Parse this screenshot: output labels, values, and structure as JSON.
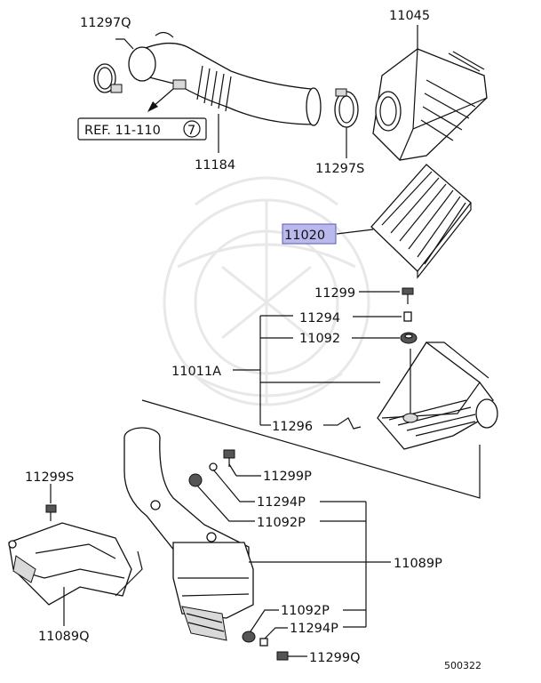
{
  "parts": {
    "p_11297q": "11297Q",
    "p_11045": "11045",
    "p_11184": "11184",
    "p_11297s": "11297S",
    "p_11020": "11020",
    "p_11299": "11299",
    "p_11294": "11294",
    "p_11092": "11092",
    "p_11011a": "11011A",
    "p_11296": "11296",
    "p_11299p": "11299P",
    "p_11294p_upper": "11294P",
    "p_11092p_upper": "11092P",
    "p_11089p": "11089P",
    "p_11299s": "11299S",
    "p_11092p_lower": "11092P",
    "p_11294p_lower": "11294P",
    "p_11089q": "11089Q",
    "p_11299q": "11299Q"
  },
  "reference": {
    "text": "REF. 11-110",
    "circle_number": "7"
  },
  "diagram_id": "500322",
  "highlight_color": "#b9b9ee"
}
